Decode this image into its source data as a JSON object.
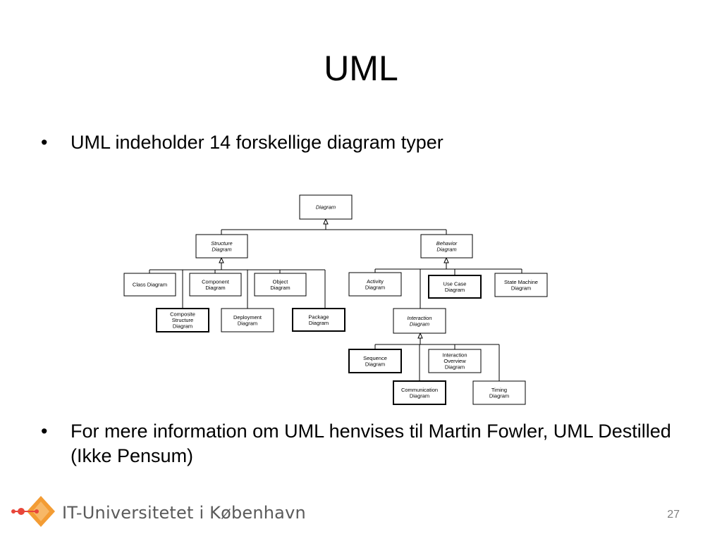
{
  "slide": {
    "title": "UML",
    "bullets": [
      {
        "marker": "•",
        "text": "UML indeholder 14 forskellige diagram typer"
      },
      {
        "marker": "•",
        "text": "For mere information om UML henvises til Martin Fowler, UML Destilled (Ikke Pensum)"
      }
    ],
    "page_number": "27"
  },
  "footer": {
    "org_name": "IT-Universitetet i København",
    "logo_icon": "itu-diamond-logo-icon",
    "accent_color": "#f39c34"
  },
  "diagram": {
    "nodes": {
      "diagram": [
        "Diagram"
      ],
      "structure": [
        "Structure",
        "Diagram"
      ],
      "behavior": [
        "Behavior",
        "Diagram"
      ],
      "class": [
        "Class Diagram"
      ],
      "component": [
        "Component",
        "Diagram"
      ],
      "object": [
        "Object",
        "Diagram"
      ],
      "composite": [
        "Composite",
        "Structure",
        "Diagram"
      ],
      "deployment": [
        "Deployment",
        "Diagram"
      ],
      "package": [
        "Package",
        "Diagram"
      ],
      "activity": [
        "Activity",
        "Diagram"
      ],
      "usecase": [
        "Use Case",
        "Diagram"
      ],
      "statemachine": [
        "State Machine",
        "Diagram"
      ],
      "interaction": [
        "Interaction",
        "Diagram"
      ],
      "sequence": [
        "Sequence",
        "Diagram"
      ],
      "overview": [
        "Interaction",
        "Overview",
        "Diagram"
      ],
      "communication": [
        "Communication",
        "Diagram"
      ],
      "timing": [
        "Timing",
        "Diagram"
      ]
    }
  }
}
